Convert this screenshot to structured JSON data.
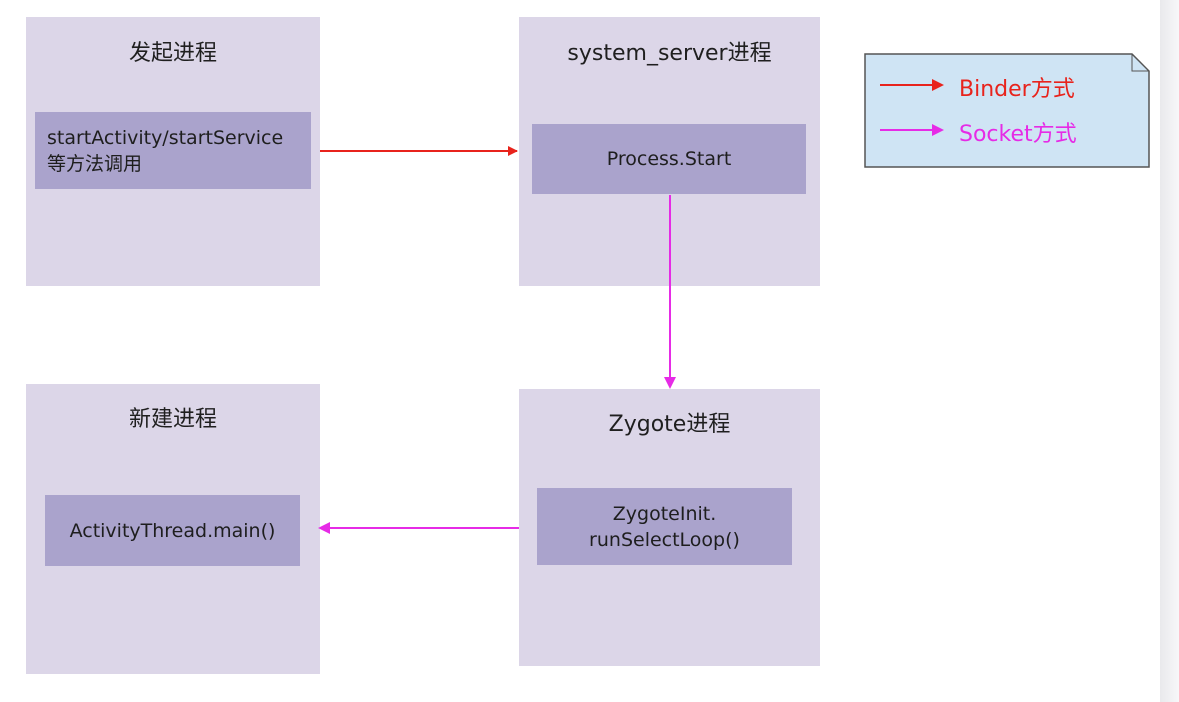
{
  "processes": {
    "initiator": {
      "title": "发起进程",
      "call": "startActivity/startService\n等方法调用"
    },
    "system_server": {
      "title": "system_server进程",
      "call": "Process.Start"
    },
    "new_process": {
      "title": "新建进程",
      "call": "ActivityThread.main()"
    },
    "zygote": {
      "title": "Zygote进程",
      "call": "ZygoteInit.\nrunSelectLoop()"
    }
  },
  "legend": {
    "binder": {
      "label": "Binder方式",
      "color": "#e8231c"
    },
    "socket": {
      "label": "Socket方式",
      "color": "#e62be6"
    }
  },
  "colors": {
    "box_bg": "#dcd6e8",
    "inner_bg": "#aaa3cc",
    "legend_bg": "#cfe4f4"
  }
}
